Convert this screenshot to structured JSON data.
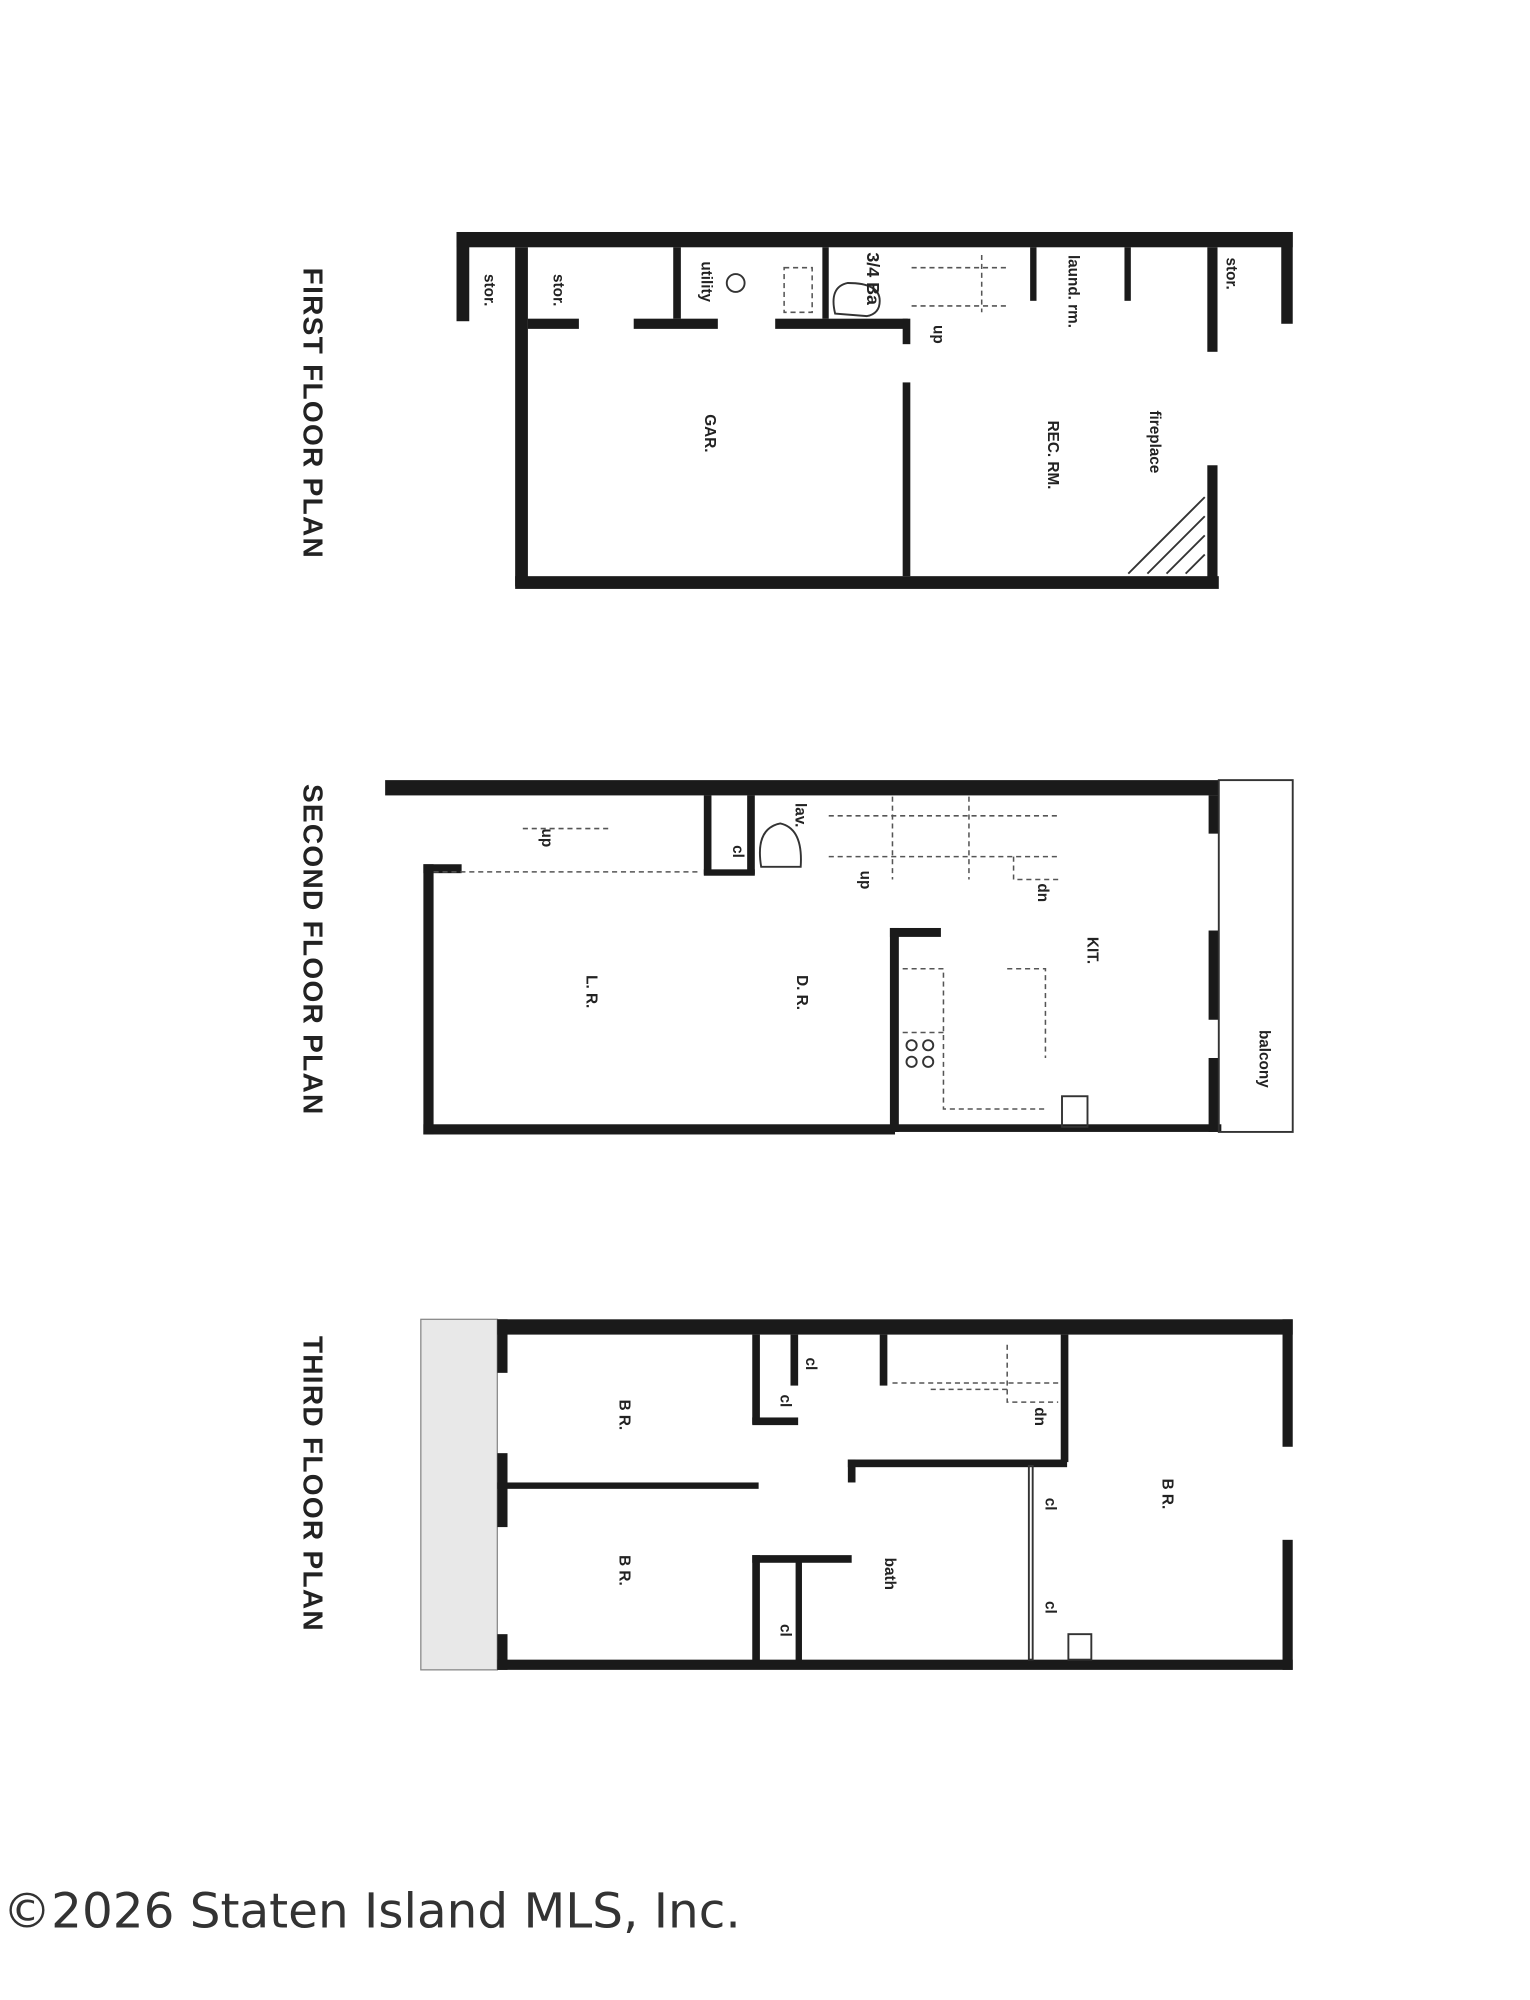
{
  "plans": {
    "first": {
      "title": "FIRST FLOOR PLAN",
      "rooms": {
        "stor_left": "stor.",
        "stor2": "stor.",
        "utility": "utility",
        "bath": "3/4 Ba",
        "laund": "laund. rm.",
        "stor_right": "stor.",
        "gar": "GAR.",
        "rec": "REC. RM.",
        "fireplace": "fireplace",
        "up": "up"
      }
    },
    "second": {
      "title": "SECOND FLOOR PLAN",
      "rooms": {
        "up_left": "up",
        "cl": "cl",
        "lav": "lav.",
        "up": "up",
        "dn": "dn",
        "lr": "L. R.",
        "dr": "D. R.",
        "kit": "KIT.",
        "balcony": "balcony"
      }
    },
    "third": {
      "title": "THIRD FLOOR PLAN",
      "rooms": {
        "br1": "B R.",
        "cl1": "cl",
        "cl2": "cl",
        "dn": "dn",
        "br2": "B R.",
        "bath": "bath",
        "cl3": "cl",
        "cl4": "cl",
        "cl5": "cl",
        "br3": "B R."
      }
    }
  },
  "copyright": "©2026 Staten Island MLS, Inc."
}
